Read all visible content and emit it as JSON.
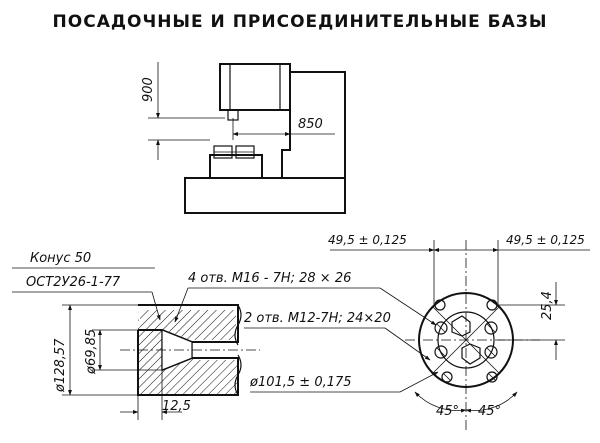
{
  "title": "ПОСАДОЧНЫЕ И ПРИСОЕДИНИТЕЛЬНЫЕ БАЗЫ",
  "dims": {
    "height_900": "900",
    "width_850": "850",
    "cone": "Конус 50",
    "standard": "ОСТ2У26-1-77",
    "holes_m16": "4 отв. М16 - 7Н;  28 × 26",
    "holes_m12": "2 отв. М12-7Н; 24×20",
    "dia_128": "ø128,57",
    "dia_69": "ø69,85",
    "depth_12": "12,5",
    "bolt_circle": "ø101,5 ± 0,175",
    "offset_left": "49,5 ± 0,125",
    "offset_right": "49,5 ± 0,125",
    "offset_25": "25,4",
    "angle_left": "45°",
    "angle_right": "45°"
  }
}
